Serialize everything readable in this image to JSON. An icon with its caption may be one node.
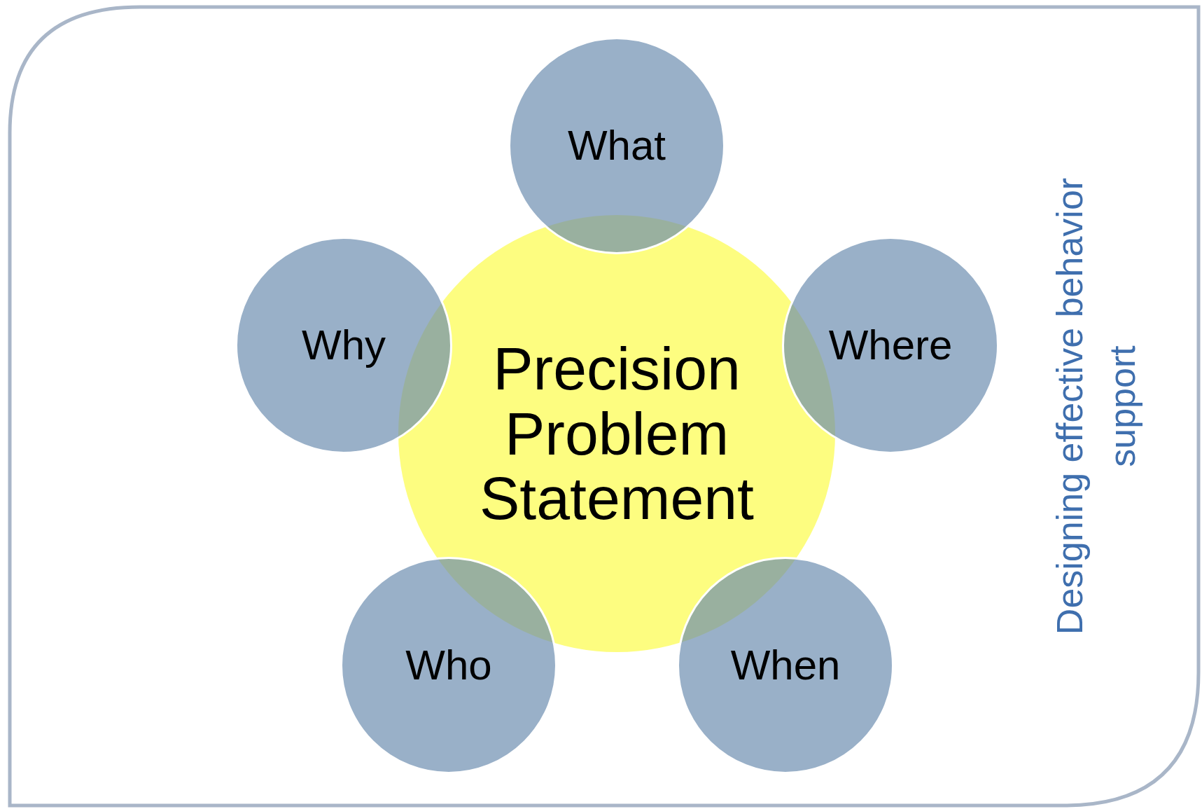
{
  "diagram": {
    "nodes": [
      {
        "text": [
          "What"
        ]
      },
      {
        "text": [
          "Why"
        ]
      },
      {
        "text": [
          "Precision Problem Statement"
        ]
      },
      {
        "text": [
          "Where"
        ]
      },
      {
        "text": [
          "Who"
        ]
      },
      {
        "text": [
          "When"
        ]
      }
    ],
    "labels": [
      "Designing effective behavior support"
    ]
  }
}
